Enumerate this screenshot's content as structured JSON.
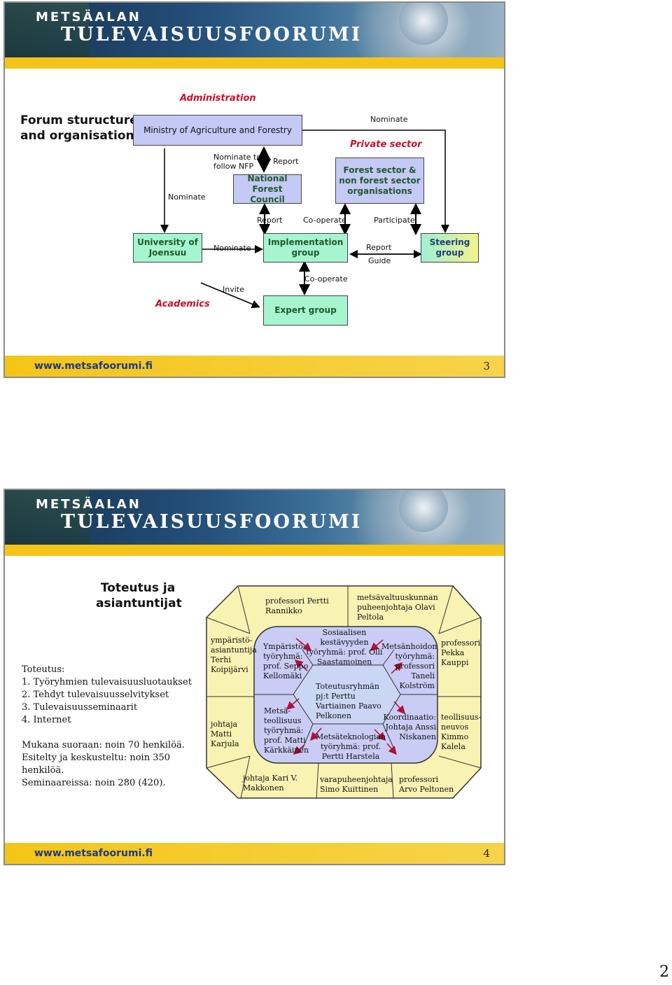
{
  "slide1": {
    "banner_sub": "METSÄALAN",
    "banner_main": "TULEVAISUUSFOORUMI",
    "title": "Forum sturucture and organisation",
    "administration": "Administration",
    "ministry": "Ministry of Agriculture and Forestry",
    "nominate_top": "Nominate",
    "private_sector": "Private sector",
    "nominate_follow": "Nominate to follow NFP",
    "report_small": "Report",
    "national_council": "National Forest Council",
    "forest_sector": "Forest sector & non forest sector organisations",
    "nominate_left": "Nominate",
    "report_row": "Report",
    "cooperate_row": "Co-operate",
    "participate_row": "Participate",
    "university": "University of Joensuu",
    "nominate_mid": "Nominate",
    "implementation": "Implementation group",
    "report_guide_report": "Report",
    "report_guide_guide": "Guide",
    "steering": "Steering group",
    "invite": "Invite",
    "cooperate_low": "Co-operate",
    "academics": "Academics",
    "expert": "Expert group",
    "url": "www.metsafoorumi.fi",
    "page": "3"
  },
  "slide2": {
    "banner_sub": "METSÄALAN",
    "banner_main": "TULEVAISUUSFOORUMI",
    "title": "Toteutus ja asiantuntijat",
    "left_lines": [
      "Toteutus:",
      "1. Työryhmien tulevaisuusluotaukset",
      "2. Tehdyt tulevaisuusselvitykset",
      "3. Tulevaisuusseminaarit",
      "4. Internet"
    ],
    "stats": [
      "Mukana suoraan: noin 70 henkilöä.",
      "Esitelty ja keskusteltu: noin 350 henkilöä.",
      "Seminaareissa: noin 280 (420)."
    ],
    "outer_top_left": "professori Pertti Rannikko",
    "outer_top_right": "metsävaltuuskunnan puheenjohtaja Olavi Peltola",
    "outer_left_top": "ympäristö-asiantuntija Terhi Koipijärvi",
    "outer_left_bottom": "johtaja Matti Karjula",
    "outer_right_top": "professori Pekka Kauppi",
    "outer_right_bottom": "teollisuus-neuvos Kimmo Kalela",
    "outer_bottom_left": "johtaja Kari V. Makkonen",
    "outer_bottom_mid": "varapuheenjohtaja Simo Kuittinen",
    "outer_bottom_right": "professori Arvo Peltonen",
    "inner_top": "Sosiaalisen kestävyyden työryhmä: prof. Olli Saastamoinen",
    "inner_left_top": "Ympäristö-työryhmä: prof. Seppo Kellomäki",
    "inner_right_top": "Metsänhoidon työryhmä: professori Taneli Kolström",
    "inner_center": "Toteutusryhmän pj:t Perttu Vartiainen Paavo Pelkonen",
    "inner_left_bottom": "Metsä-teollisuus työryhmä: prof. Matti Kärkkäinen",
    "inner_right_bottom": "Koordinaatio: Johtaja Anssi Niskanen",
    "inner_bottom": "Metsäteknologian työryhmä: prof. Pertti Harstela",
    "url": "www.metsafoorumi.fi",
    "page": "4"
  },
  "document_page": "2"
}
